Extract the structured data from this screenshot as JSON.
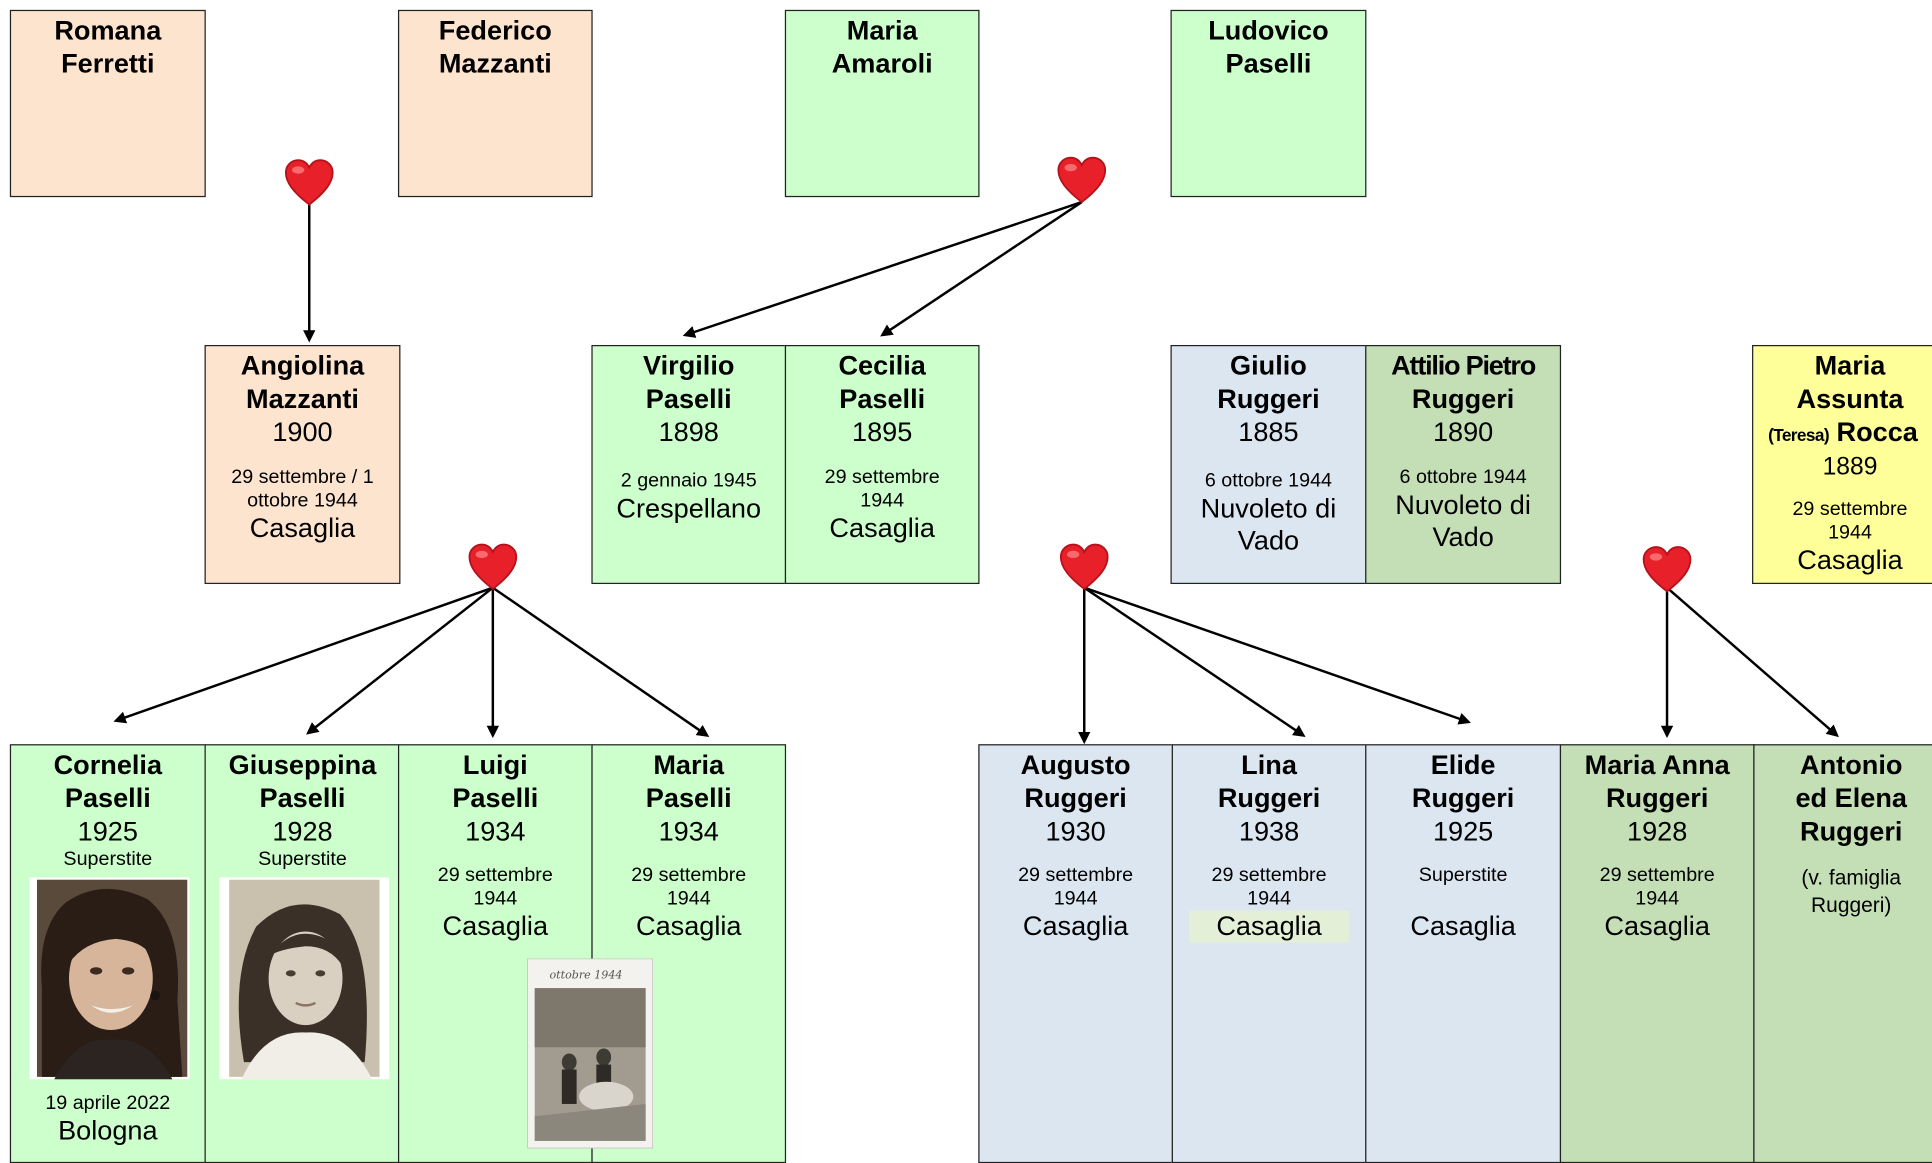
{
  "grandparents": {
    "romana": {
      "name_line1": "Romana",
      "name_line2": "Ferretti"
    },
    "federico": {
      "name_line1": "Federico",
      "name_line2": "Mazzanti"
    },
    "maria_am": {
      "name_line1": "Maria",
      "name_line2": "Amaroli"
    },
    "ludovico": {
      "name_line1": "Ludovico",
      "name_line2": "Paselli"
    }
  },
  "parents": {
    "angiolina": {
      "name_line1": "Angiolina",
      "name_line2": "Mazzanti",
      "year": "1900",
      "date": "29 settembre / 1 ottobre 1944",
      "place": "Casaglia"
    },
    "virgilio": {
      "name_line1": "Virgilio",
      "name_line2": "Paselli",
      "year": "1898",
      "date": "2 gennaio 1945",
      "place": "Crespellano"
    },
    "cecilia": {
      "name_line1": "Cecilia",
      "name_line2": "Paselli",
      "year": "1895",
      "date_l1": "29 settembre",
      "date_l2": "1944",
      "place": "Casaglia"
    },
    "giulio": {
      "name_line1": "Giulio",
      "name_line2": "Ruggeri",
      "year": "1885",
      "date": "6 ottobre 1944",
      "place_l1": "Nuvoleto di",
      "place_l2": "Vado"
    },
    "attilio": {
      "name_line1": "Attilio Pietro",
      "name_line2": "Ruggeri",
      "year": "1890",
      "date": "6 ottobre 1944",
      "place_l1": "Nuvoleto di",
      "place_l2": "Vado"
    },
    "maria_assunta": {
      "name_line1": "Maria",
      "name_line2": "Assunta",
      "name_prefix": "(Teresa)",
      "name_line3": "Rocca",
      "year": "1889",
      "date_l1": "29 settembre",
      "date_l2": "1944",
      "place": "Casaglia"
    }
  },
  "children": {
    "cornelia": {
      "name_line1": "Cornelia",
      "name_line2": "Paselli",
      "year": "1925",
      "status": "Superstite",
      "date": "19 aprile 2022",
      "place": "Bologna"
    },
    "giuseppina": {
      "name_line1": "Giuseppina",
      "name_line2": "Paselli",
      "year": "1928",
      "status": "Superstite"
    },
    "luigi": {
      "name_line1": "Luigi",
      "name_line2": "Paselli",
      "year": "1934",
      "date_l1": "29 settembre",
      "date_l2": "1944",
      "place": "Casaglia"
    },
    "maria_p": {
      "name_line1": "Maria",
      "name_line2": "Paselli",
      "year": "1934",
      "date_l1": "29 settembre",
      "date_l2": "1944",
      "place": "Casaglia"
    },
    "augusto": {
      "name_line1": "Augusto",
      "name_line2": "Ruggeri",
      "year": "1930",
      "date_l1": "29 settembre",
      "date_l2": "1944",
      "place": "Casaglia"
    },
    "lina": {
      "name_line1": "Lina",
      "name_line2": "Ruggeri",
      "year": "1938",
      "date_l1": "29 settembre",
      "date_l2": "1944",
      "place": "Casaglia"
    },
    "elide": {
      "name_line1": "Elide",
      "name_line2": "Ruggeri",
      "year": "1925",
      "status": "Superstite",
      "place": "Casaglia"
    },
    "maria_anna": {
      "name_line1": "Maria Anna",
      "name_line2": "Ruggeri",
      "year": "1928",
      "date_l1": "29 settembre",
      "date_l2": "1944",
      "place": "Casaglia"
    },
    "antonio": {
      "name_line1": "Antonio",
      "name_line2": "ed Elena",
      "name_line3": "Ruggeri",
      "note_l1": "(v. famiglia",
      "note_l2": "Ruggeri)"
    }
  },
  "photos": {
    "snapshot_caption": "ottobre 1944"
  },
  "colors": {
    "peach": "#fde4cf",
    "green": "#ccffcc",
    "blue": "#dce6f1",
    "dark_green": "#c4dfb6",
    "yellow": "#ffff99",
    "heart": "#e8202a"
  }
}
